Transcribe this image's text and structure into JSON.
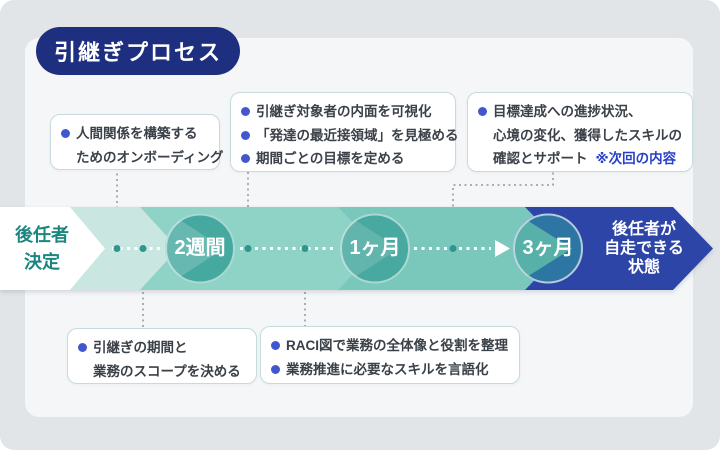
{
  "title": "引継ぎプロセス",
  "timeline": {
    "start_lines": [
      "後任者",
      "決定"
    ],
    "milestones": [
      "2週間",
      "1ヶ月",
      "3ヶ月"
    ],
    "end_lines": [
      "後任者が",
      "自走できる",
      "状態"
    ]
  },
  "callouts": {
    "top": [
      {
        "items": [
          {
            "lines": [
              "人間関係を構築する",
              "ためのオンボーディング"
            ]
          }
        ]
      },
      {
        "items": [
          {
            "lines": [
              "引継ぎ対象者の内面を可視化"
            ]
          },
          {
            "lines": [
              "「発達の最近接領域」を見極める"
            ]
          },
          {
            "lines": [
              "期間ごとの目標を定める"
            ]
          }
        ]
      },
      {
        "items": [
          {
            "lines": [
              "目標達成への進捗状況、",
              "心境の変化、獲得したスキルの",
              "確認とサポート"
            ],
            "note": "※次回の内容"
          }
        ]
      }
    ],
    "bottom": [
      {
        "items": [
          {
            "lines": [
              "引継ぎの期間と",
              "業務のスコープを決める"
            ]
          }
        ]
      },
      {
        "items": [
          {
            "lines": [
              "RACI図で業務の全体像と役割を整理"
            ]
          },
          {
            "lines": [
              "業務推進に必要なスキルを言語化"
            ]
          }
        ]
      }
    ]
  },
  "colors": {
    "frame": "#e1e5e8",
    "panel": "#f4f6f8",
    "title_badge": "#1f2f80",
    "band_light": "#c9e6e0",
    "band_mid": "#8fd3c7",
    "band_deep": "#7ac8bc",
    "band_navy": "#2e45a8",
    "circle_teal": "#45a9a0",
    "circle_steel_blue": "#2d76a3",
    "start_text_teal": "#1b8680",
    "bullet_blue": "#4156cf",
    "note_blue": "#2840c8",
    "dot_teal": "#2f968e",
    "connector_gray": "#a6b0b6"
  }
}
